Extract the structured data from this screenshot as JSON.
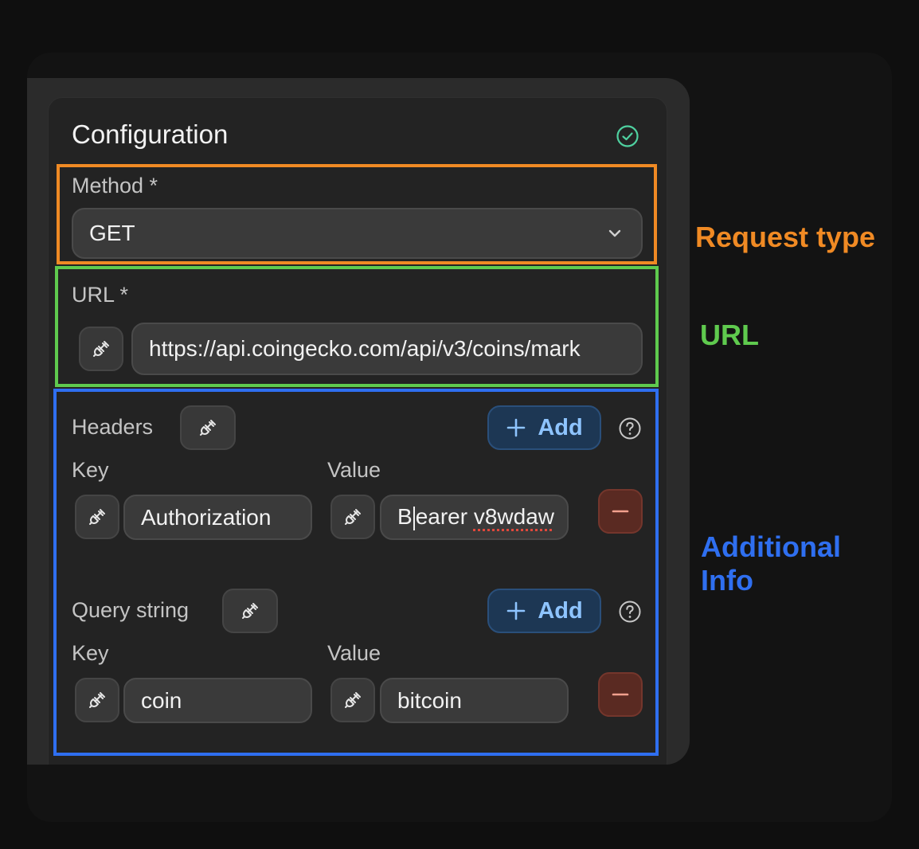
{
  "config": {
    "title": "Configuration",
    "method": {
      "label": "Method *",
      "value": "GET"
    },
    "url": {
      "label": "URL *",
      "value": "https://api.coingecko.com/api/v3/coins/mark"
    },
    "headers": {
      "label": "Headers",
      "add_label": "Add",
      "key_label": "Key",
      "value_label": "Value",
      "rows": [
        {
          "key": "Authorization",
          "value_head": "B",
          "value_tail": "earer ",
          "value_flagged": "v8wdaw"
        }
      ]
    },
    "query": {
      "label": "Query string",
      "add_label": "Add",
      "key_label": "Key",
      "value_label": "Value",
      "rows": [
        {
          "key": "coin",
          "value": "bitcoin"
        }
      ]
    }
  },
  "annotations": {
    "request_type": "Request type",
    "url": "URL",
    "additional_info": "Additional Info"
  },
  "icons": {
    "status": "check-circle-icon",
    "variable": "plug-icon",
    "add": "plus-icon",
    "help": "question-circle-icon",
    "remove": "minus-icon",
    "dropdown": "chevron-down-icon"
  },
  "colors": {
    "request_type": "#f08a24",
    "url": "#5fca4e",
    "additional_info": "#2f6ff0",
    "add_text": "#8ec4ff",
    "status_check": "#4fd1a0"
  }
}
